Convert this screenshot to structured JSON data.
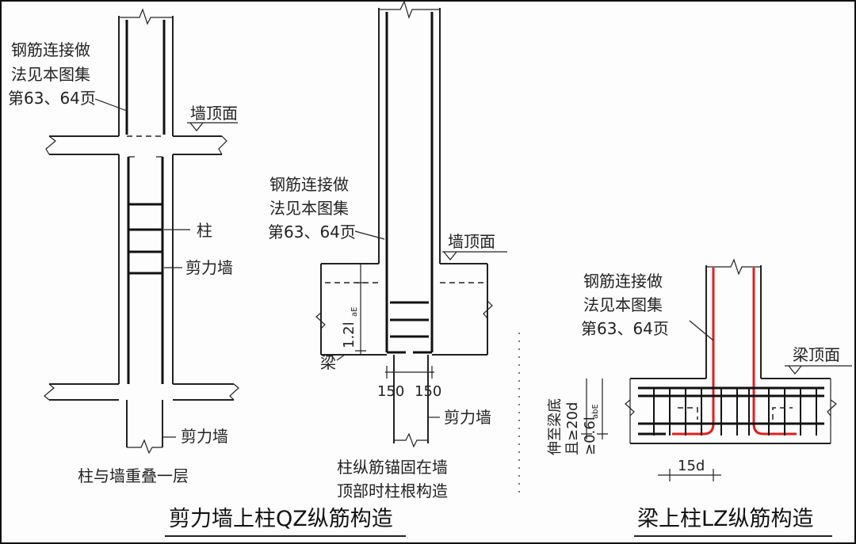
{
  "left_panel": {
    "note_lines": [
      "钢筋连接做",
      "法见本图集",
      "第63、64页"
    ],
    "wall_top": "墙顶面",
    "column": "柱",
    "shear_wall_1": "剪力墙",
    "shear_wall_2": "剪力墙",
    "caption": "柱与墙重叠一层"
  },
  "middle_panel": {
    "note_lines": [
      "钢筋连接做",
      "法见本图集",
      "第63、64页"
    ],
    "wall_top": "墙顶面",
    "dim_vertical": "1.2l",
    "dim_vertical_sub": "aE",
    "beam": "梁",
    "dim_left": "150",
    "dim_right": "150",
    "shear_wall": "剪力墙",
    "caption_lines": [
      "柱纵筋锚固在墙",
      "顶部时柱根构造"
    ]
  },
  "right_panel": {
    "note_lines": [
      "钢筋连接做",
      "法见本图集",
      "第63、64页"
    ],
    "beam_top": "梁顶面",
    "dim_text_1": "伸至梁底",
    "dim_text_2": "且≥20d",
    "dim_text_3": "≥0.6l",
    "dim_text_3_sub": "abE",
    "dim_bottom": "15d"
  },
  "titles": {
    "left": "剪力墙上柱QZ纵筋构造",
    "right": "梁上柱LZ纵筋构造"
  },
  "colors": {
    "rebar_highlight": "#e02020",
    "line": "#222222"
  }
}
